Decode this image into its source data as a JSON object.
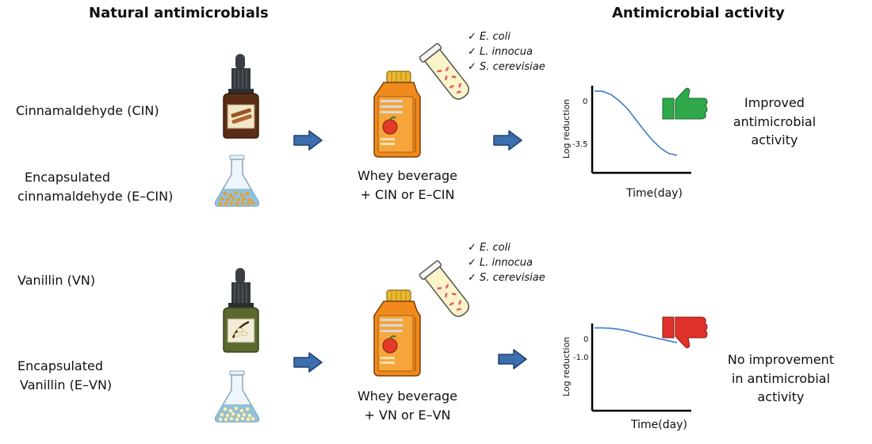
{
  "headings": {
    "left": "Natural antimicrobials",
    "right": "Antimicrobial activity"
  },
  "top": {
    "compound": "Cinnamaldehyde (CIN)",
    "encapsulated_line1": "Encapsulated",
    "encapsulated_line2": "cinnamaldehyde (E–CIN)",
    "beverage_line1": "Whey beverage",
    "beverage_line2": "+ CIN or E–CIN",
    "organisms": [
      "E. coli",
      "L. innocua",
      "S. cerevisiae"
    ],
    "chart_result_line1": "Improved",
    "chart_result_line2": "antimicrobial",
    "chart_result_line3": "activity"
  },
  "bottom": {
    "compound": "Vanillin (VN)",
    "encapsulated_line1": "Encapsulated",
    "encapsulated_line2": "Vanillin (E–VN)",
    "beverage_line1": "Whey beverage",
    "beverage_line2": "+ VN or E–VN",
    "organisms": [
      "E. coli",
      "L. innocua",
      "S. cerevisiae"
    ],
    "chart_result_line1": "No improvement",
    "chart_result_line2": "in antimicrobial",
    "chart_result_line3": "activity"
  },
  "check_mark": "✓",
  "colors": {
    "arrow_fill": "#3d6fb0",
    "arrow_stroke": "#1f3f6e",
    "curve": "#3b7cc4",
    "thumb_up": "#2ea84a",
    "thumb_down": "#e0312b",
    "bottle": "#f08a1c",
    "cap": "#e8b830"
  },
  "chart_data": [
    {
      "type": "line",
      "xlabel": "Time(day)",
      "ylabel": "Log reduction",
      "ytick_labels": [
        "0",
        "-3.5"
      ],
      "series": [
        {
          "x": [
            0,
            0.1,
            0.2,
            0.3,
            0.4,
            0.5,
            0.6,
            0.7,
            0.8,
            0.9,
            1.0
          ],
          "y": [
            0,
            -0.02,
            -0.2,
            -0.55,
            -1.0,
            -1.6,
            -2.2,
            -2.75,
            -3.2,
            -3.5,
            -3.6
          ]
        }
      ],
      "ylim": [
        -4.5,
        0.3
      ]
    },
    {
      "type": "line",
      "xlabel": "Time(day)",
      "ylabel": "Log reduction",
      "ytick_labels": [
        "0",
        "-1.0"
      ],
      "series": [
        {
          "x": [
            0,
            0.1,
            0.2,
            0.3,
            0.4,
            0.5,
            0.6,
            0.7,
            0.8,
            0.9,
            1.0
          ],
          "y": [
            0,
            0,
            -0.03,
            -0.1,
            -0.2,
            -0.35,
            -0.5,
            -0.62,
            -0.75,
            -0.87,
            -1.0
          ]
        }
      ],
      "ylim": [
        -5.5,
        0.3
      ]
    }
  ]
}
